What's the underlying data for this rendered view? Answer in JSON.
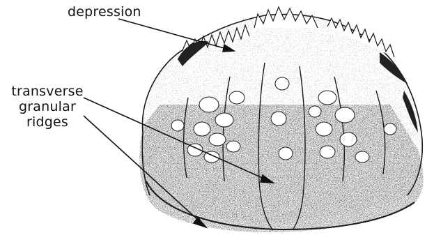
{
  "labels": {
    "depression": "depression",
    "ridges_line1": "transverse",
    "ridges_line2": "granular",
    "ridges_line3": "ridges"
  },
  "colors": {
    "ink": "#1a1a1a",
    "stipple": "#333333",
    "background": "#ffffff"
  }
}
